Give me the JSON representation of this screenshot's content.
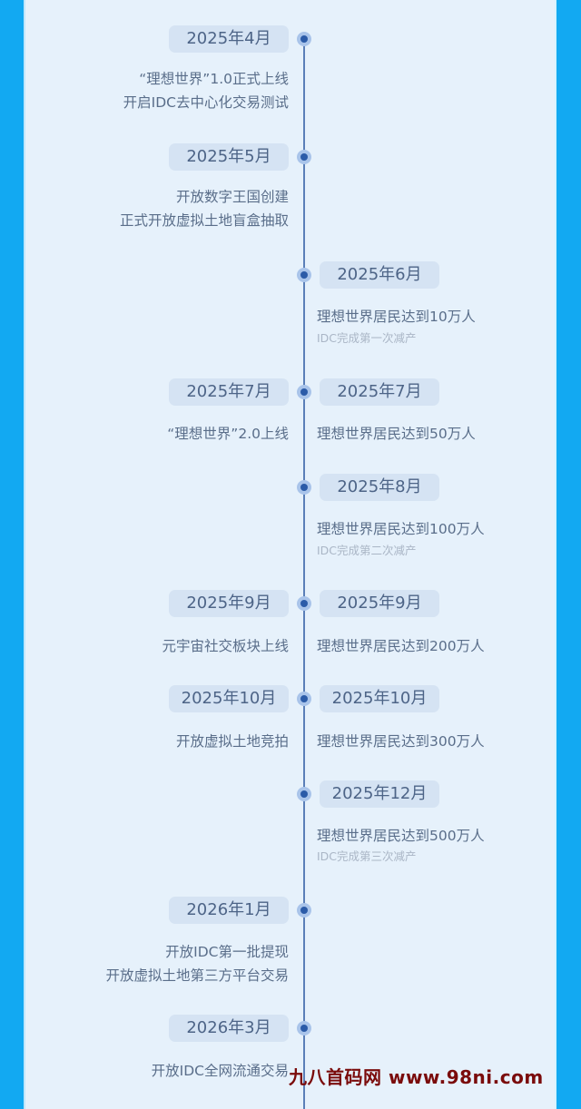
{
  "colors": {
    "outer_border": "#12a9f2",
    "panel_bg": "#e6f1fb",
    "timeline_line": "#5a7fb8",
    "dot": "#2b5ba8",
    "pill_bg": "#d5e3f3",
    "pill_text": "#4d6487",
    "text": "#5a6e8a",
    "subtext": "#aab6c6",
    "watermark": "#7a0b0b"
  },
  "timeline": [
    {
      "date_left": "2025年4月",
      "left_lines": [
        "“理想世界”1.0正式上线",
        "开启IDC去中心化交易测试"
      ]
    },
    {
      "date_left": "2025年5月",
      "left_lines": [
        "开放数字王国创建",
        "正式开放虚拟土地盲盒抽取"
      ]
    },
    {
      "date_right": "2025年6月",
      "right_line": "理想世界居民达到10万人",
      "right_sub": "IDC完成第一次减产"
    },
    {
      "date_left": "2025年7月",
      "left_lines": [
        "“理想世界”2.0上线"
      ],
      "date_right": "2025年7月",
      "right_line": "理想世界居民达到50万人"
    },
    {
      "date_right": "2025年8月",
      "right_line": "理想世界居民达到100万人",
      "right_sub": "IDC完成第二次减产"
    },
    {
      "date_left": "2025年9月",
      "left_lines": [
        "元宇宙社交板块上线"
      ],
      "date_right": "2025年9月",
      "right_line": "理想世界居民达到200万人"
    },
    {
      "date_left": "2025年10月",
      "left_lines": [
        "开放虚拟土地竞拍"
      ],
      "date_right": "2025年10月",
      "right_line": "理想世界居民达到300万人"
    },
    {
      "date_right": "2025年12月",
      "right_line": "理想世界居民达到500万人",
      "right_sub": "IDC完成第三次减产"
    },
    {
      "date_left": "2026年1月",
      "left_lines": [
        "开放IDC第一批提现",
        "开放虚拟土地第三方平台交易"
      ]
    },
    {
      "date_left": "2026年3月",
      "left_lines": [
        "开放IDC全网流通交易"
      ]
    }
  ],
  "watermark": "九八首码网 www.98ni.com"
}
